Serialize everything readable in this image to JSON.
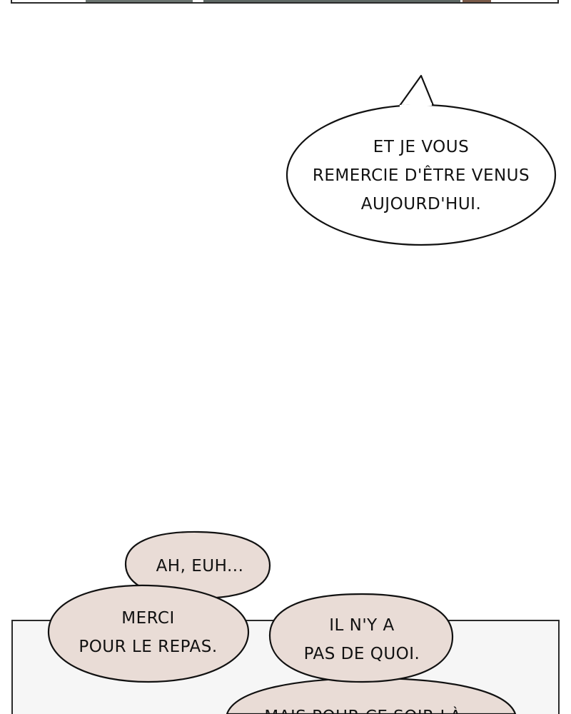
{
  "colors": {
    "background": "#ffffff",
    "panel_border": "#2a2a2a",
    "panel_top_fill": "#6b7470",
    "panel_bottom_fill": "#f6f6f6",
    "bubble_white": "#ffffff",
    "bubble_beige": "#e9dcd6",
    "outline": "#111111"
  },
  "bubbles": {
    "thanks": {
      "lines": [
        "ET JE VOUS",
        "REMERCIE D'ÊTRE VENUS",
        "AUJOURD'HUI."
      ]
    },
    "ah": {
      "lines": [
        "AH, EUH..."
      ]
    },
    "merci": {
      "lines": [
        "MERCI",
        "POUR LE REPAS."
      ]
    },
    "ilnya": {
      "lines": [
        "IL N'Y A",
        "PAS DE QUOI."
      ]
    },
    "bottom_partial": {
      "lines": [
        "MAIS POUR CE SOIR-LÀ..."
      ]
    }
  }
}
